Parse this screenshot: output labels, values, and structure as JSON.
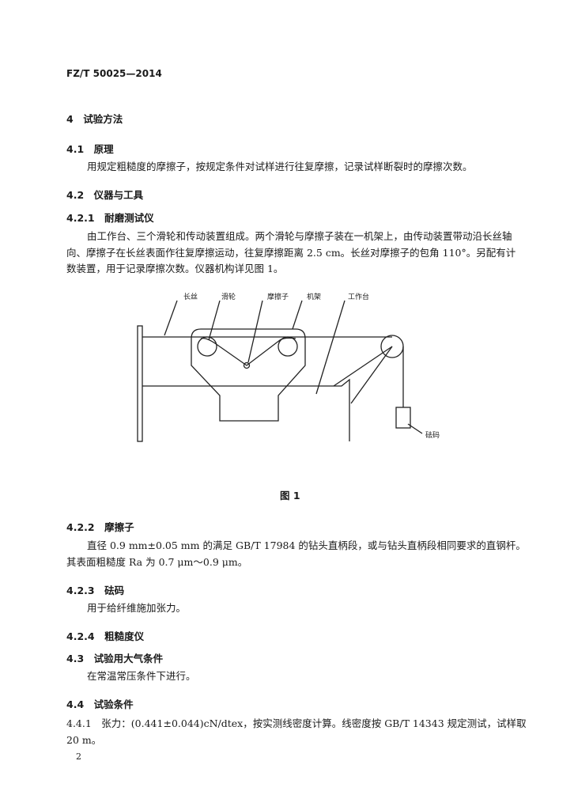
{
  "header": {
    "code": "FZ/T 50025—2014"
  },
  "sections": {
    "s4": "4　试验方法",
    "s41": "4.1　原理",
    "s41_text": "用规定粗糙度的摩擦子，按规定条件对试样进行往复摩擦，记录试样断裂时的摩擦次数。",
    "s42": "4.2　仪器与工具",
    "s421": "4.2.1　耐磨测试仪",
    "s421_line1": "由工作台、三个滑轮和传动装置组成。两个滑轮与摩擦子装在一机架上，由传动装置带动沿长丝轴",
    "s421_line2": "向、摩擦子在长丝表面作往复摩擦运动，往复摩擦距离 2.5 cm。长丝对摩擦子的包角 110°。另配有计",
    "s421_line3": "数装置，用于记录摩擦次数。仪器机构详见图 1。",
    "s422": "4.2.2　摩擦子",
    "s422_line1": "直径 0.9 mm±0.05 mm 的满足 GB/T 17984 的钻头直柄段，或与钻头直柄段相同要求的直钢杆。",
    "s422_line2": "其表面粗糙度 Ra 为 0.7 μm～0.9 μm。",
    "s423": "4.2.3　砝码",
    "s423_text": "用于给纤维施加张力。",
    "s424": "4.2.4　粗糙度仪",
    "s43": "4.3　试验用大气条件",
    "s43_text": "在常温常压条件下进行。",
    "s44": "4.4　试验条件",
    "s441_line1": "4.4.1　张力：(0.441±0.044)cN/dtex，按实测线密度计算。线密度按 GB/T 14343 规定测试，试样取",
    "s441_line2": "20 m。"
  },
  "figure": {
    "labels": {
      "filament": "长丝",
      "pulley": "滑轮",
      "rubbing": "摩擦子",
      "frame": "机架",
      "table": "工作台",
      "weight": "砝码"
    },
    "caption": "图 1"
  },
  "footer": {
    "page_number": "2"
  }
}
